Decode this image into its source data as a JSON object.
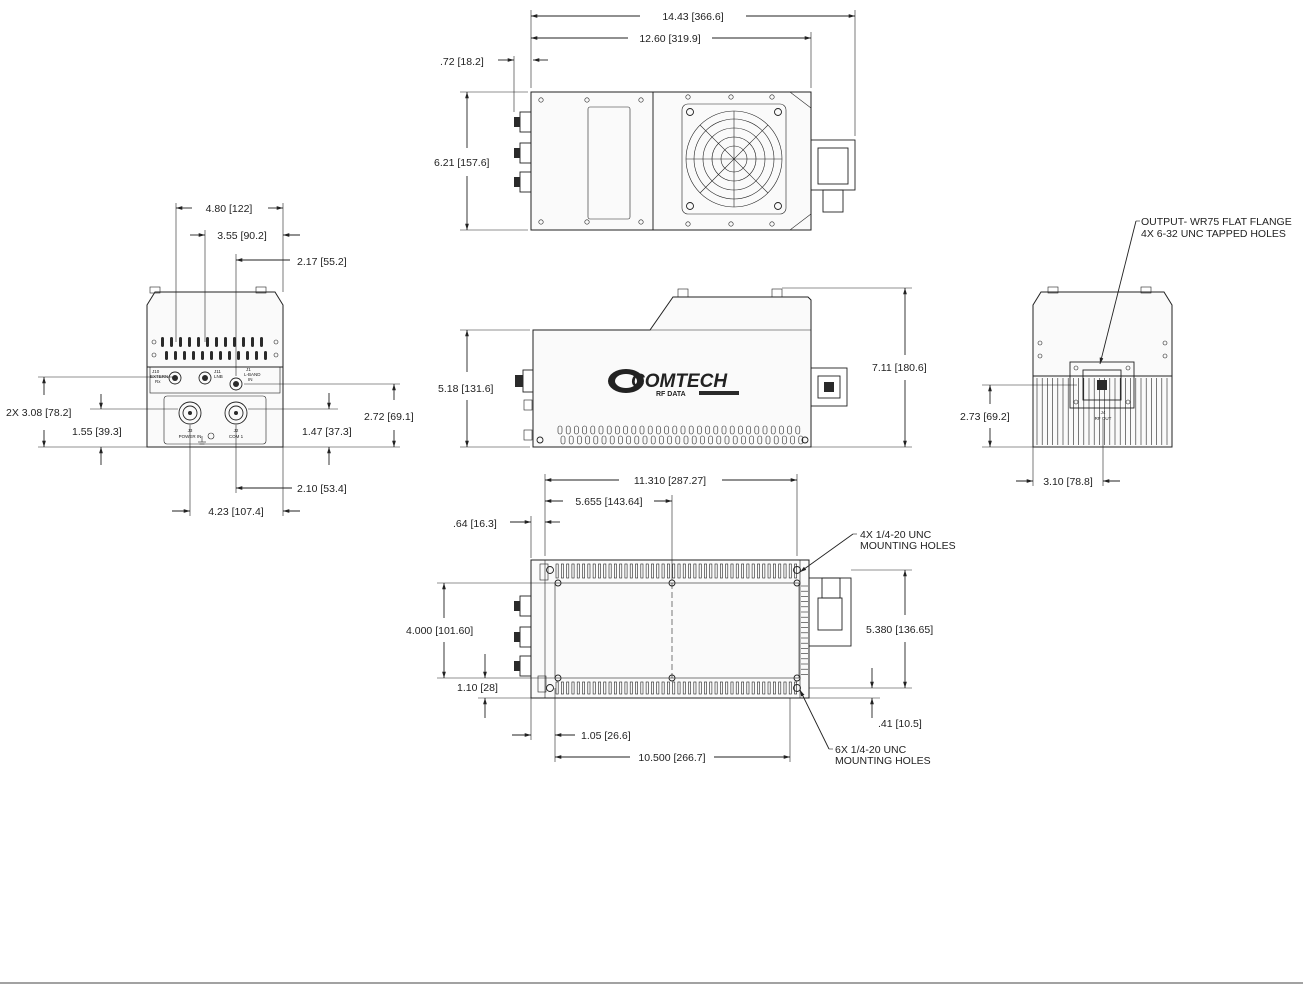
{
  "views": {
    "front": {
      "dims": {
        "w480": "4.80 [122]",
        "w355": "3.55 [90.2]",
        "w217": "2.17 [55.2]",
        "h308": "2X 3.08 [78.2]",
        "h155": "1.55 [39.3]",
        "h147": "1.47 [37.3]",
        "h272": "2.72 [69.1]",
        "w210": "2.10 [53.4]",
        "w423": "4.23 [107.4]"
      },
      "labels": {
        "j10": "J10",
        "j10b": "EXTERN",
        "j10c": "Rx",
        "j11": "J11",
        "j11b": "LNB",
        "j1": "J1",
        "j1b": "L-BAND",
        "j1c": "IN",
        "j3": "J3",
        "j3b": "POWER IN",
        "j2": "J2",
        "j2b": "COM 1"
      }
    },
    "top": {
      "dims": {
        "w1443": "14.43 [366.6]",
        "w1260": "12.60 [319.9]",
        "w072": ".72 [18.2]",
        "h621": "6.21 [157.6]"
      }
    },
    "side": {
      "dims": {
        "h518": "5.18 [131.6]",
        "h711": "7.11 [180.6]"
      },
      "logo_main": "COMTECH",
      "logo_sub": "RF DATA"
    },
    "rear": {
      "note_line1": "OUTPUT- WR75 FLAT FLANGE",
      "note_line2": "4X 6-32 UNC TAPPED HOLES",
      "dims": {
        "h273": "2.73 [69.2]",
        "w310": "3.10 [78.8]"
      },
      "label_j4": "J4",
      "label_rfout": "RF OUT"
    },
    "bottom": {
      "dims": {
        "w11310": "11.310 [287.27]",
        "w5655": "5.655 [143.64]",
        "w064": ".64 [16.3]",
        "h4000": "4.000 [101.60]",
        "h110": "1.10 [28]",
        "h5380": "5.380 [136.65]",
        "h041": ".41 [10.5]",
        "w105": "1.05 [26.6]",
        "w10500": "10.500 [266.7]"
      },
      "note4x_line1": "4X 1/4-20 UNC",
      "note4x_line2": "MOUNTING HOLES",
      "note6x_line1": "6X 1/4-20 UNC",
      "note6x_line2": "MOUNTING HOLES"
    }
  }
}
